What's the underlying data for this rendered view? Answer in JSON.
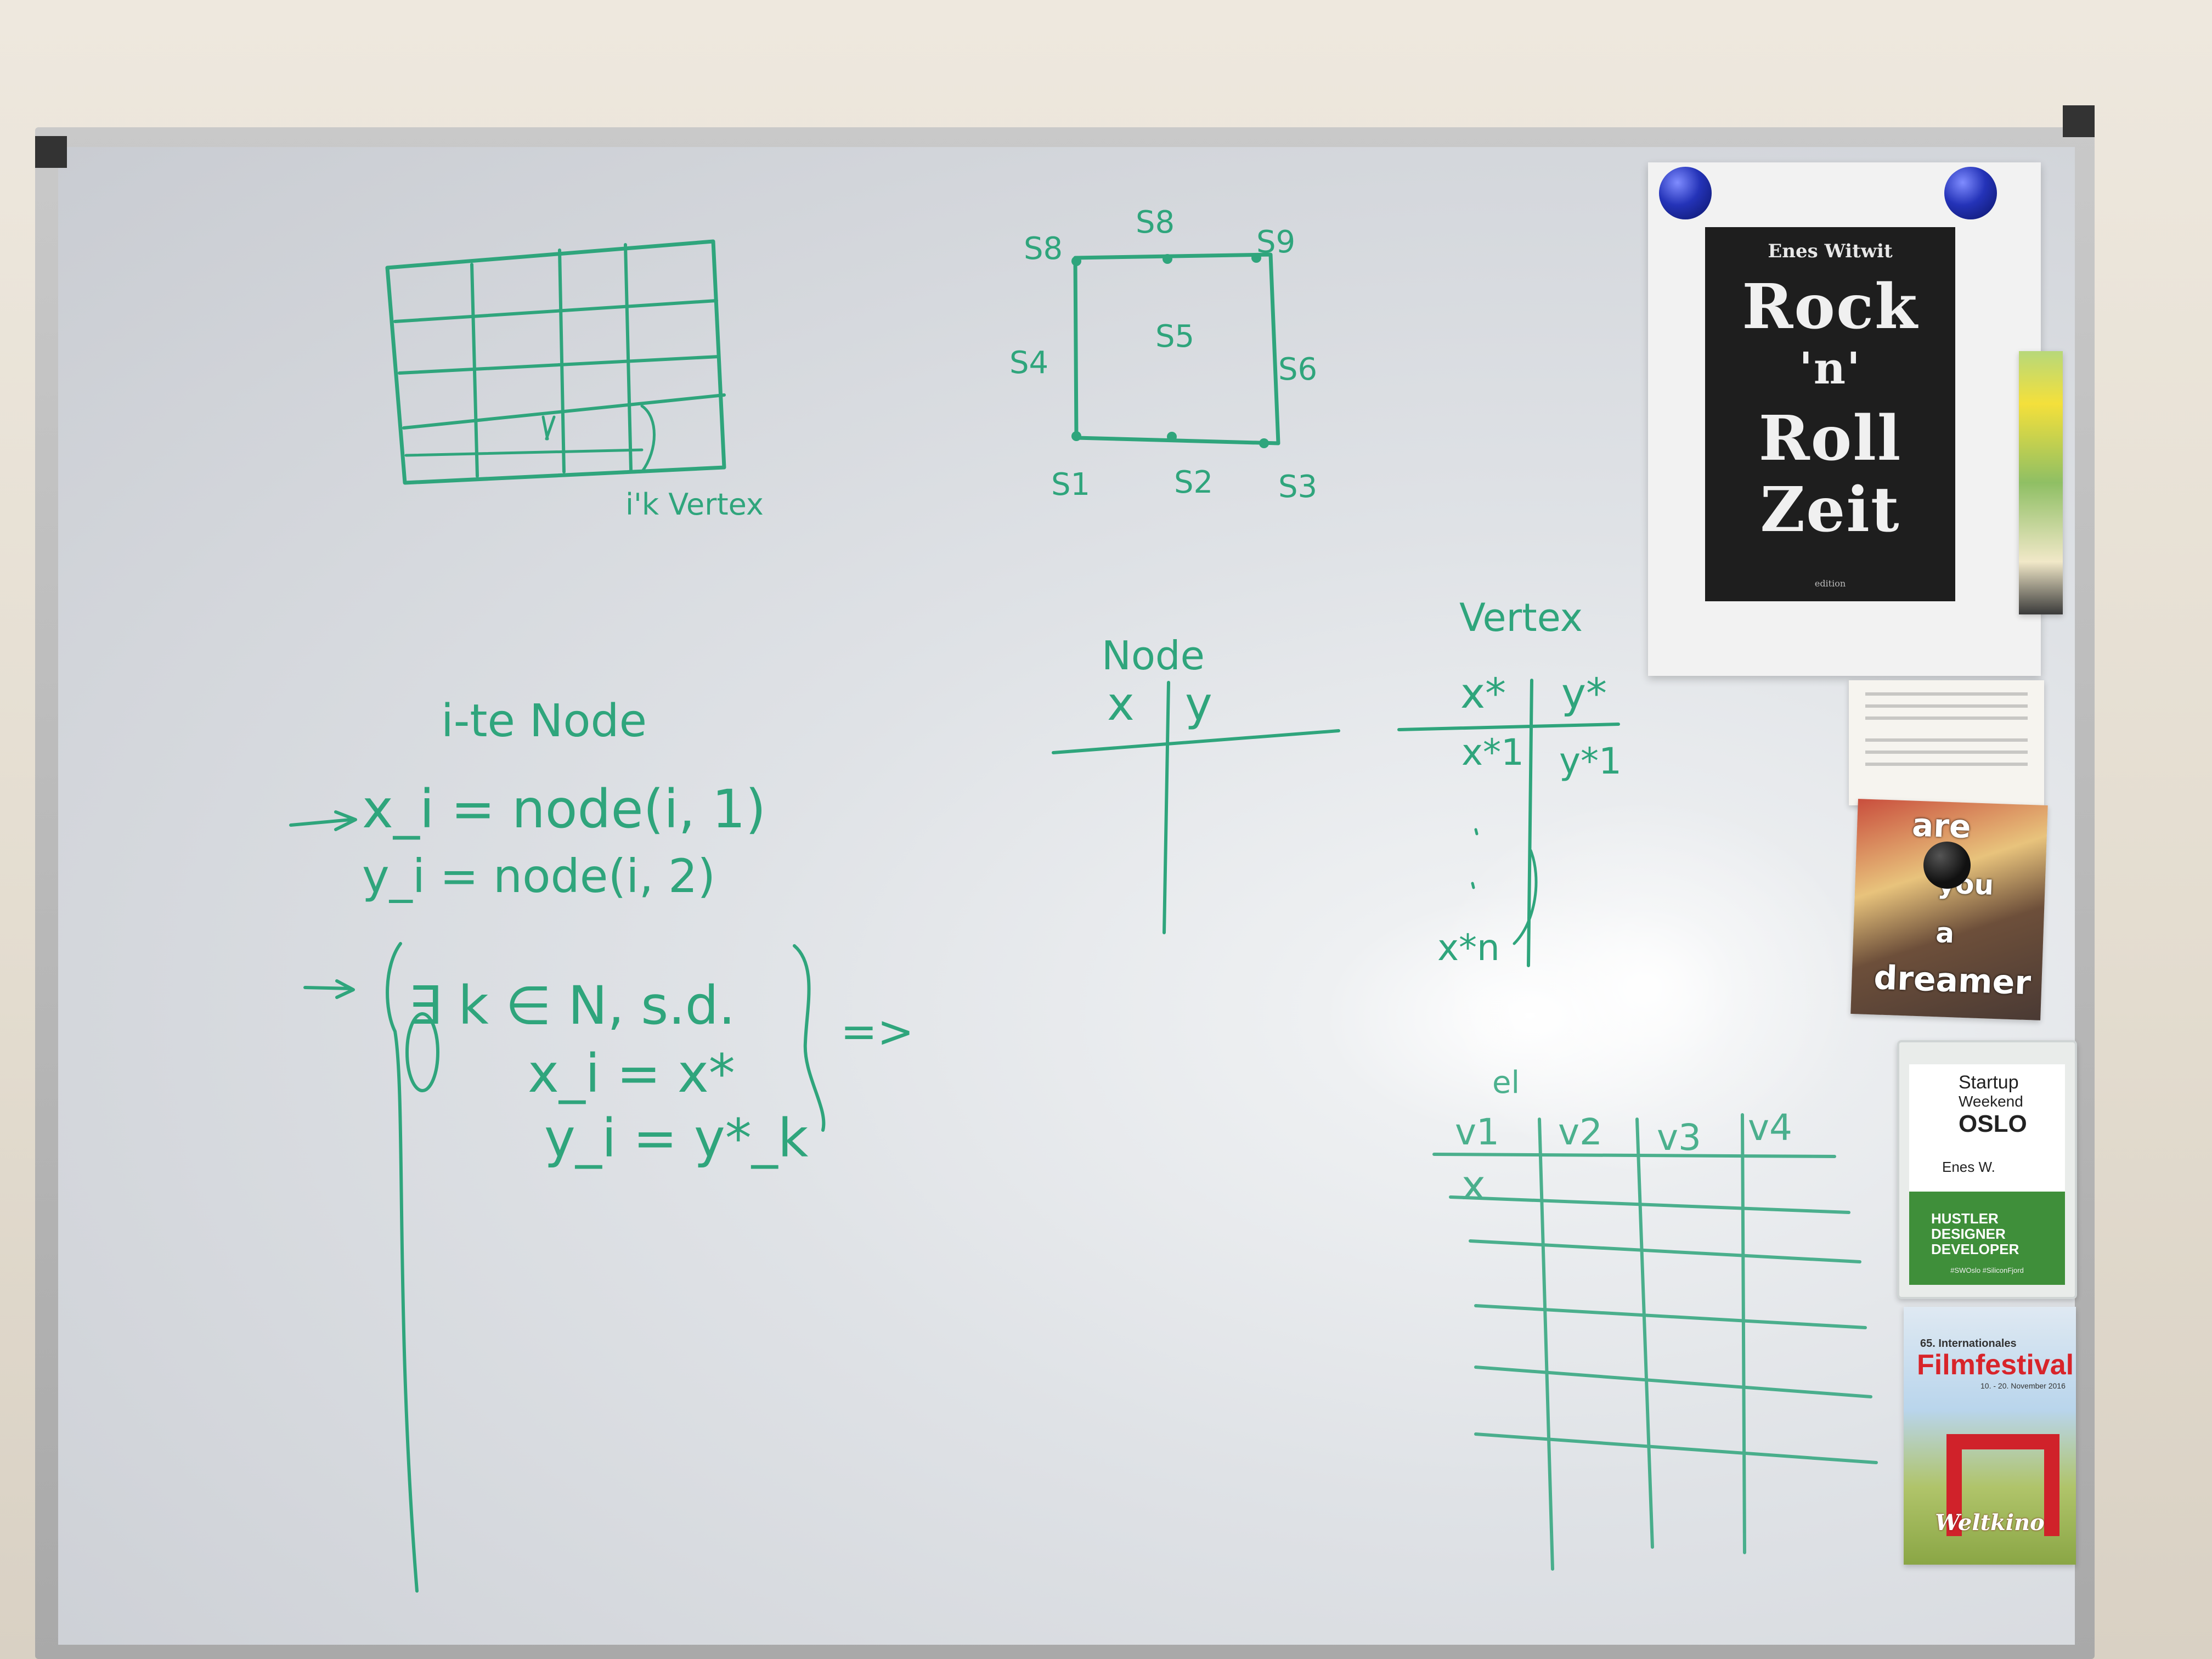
{
  "whiteboard": {
    "grid_label": "i'k Vertex",
    "square_labels": [
      "S8",
      "S8",
      "S9",
      "S4",
      "S5",
      "S6",
      "S1",
      "S2",
      "S3"
    ],
    "heading_node": "i-te Node",
    "eq1": "x_i = node(i, 1)",
    "eq2": "y_i = node(i, 2)",
    "exists": "∃ k ∈ N, s.d.",
    "exists_x": "x_i = x*",
    "exists_y": "y_i = y*_k",
    "implies": "=>",
    "node_table_title": "Node",
    "node_col_x": "x",
    "node_col_y": "y",
    "vertex_title": "Vertex",
    "vertex_col_x": "x*",
    "vertex_col_y": "y*",
    "vertex_row1_x": "x*1",
    "vertex_row1_y": "y*1",
    "vertex_rowN_x": "x*n",
    "el_label": "el",
    "el_cols": [
      "v1",
      "v2",
      "v3",
      "v4"
    ],
    "el_row_label": "x"
  },
  "poster": {
    "author": "Enes Witwit",
    "title_lines": [
      "Rock",
      "'n'",
      "Roll",
      "Zeit"
    ],
    "edition": "edition"
  },
  "dreamer_flyer": {
    "words": [
      "are",
      "you",
      "a",
      "dreamer"
    ]
  },
  "badge": {
    "line1": "Startup",
    "line2": "Weekend",
    "line3": "OSLO",
    "name": "Enes W.",
    "roles": [
      "HUSTLER",
      "DESIGNER",
      "DEVELOPER"
    ],
    "hashtags": "#SWOslo #SiliconFjord"
  },
  "film_flyer": {
    "edition": "65. Internationales",
    "title": "Filmfestival",
    "dates": "10. - 20. November 2016",
    "brand": "Weltkino"
  },
  "colors": {
    "marker": "#2fa57c",
    "magnet_blue": "#2433b8"
  }
}
